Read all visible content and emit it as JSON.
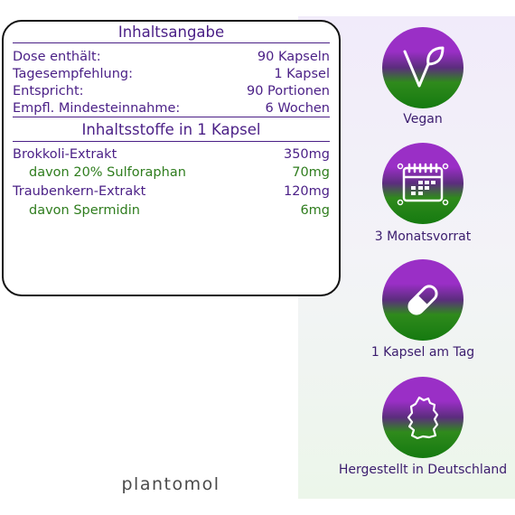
{
  "info": {
    "title": "Inhaltsangabe",
    "rows": [
      {
        "label": "Dose enthält:",
        "value": "90 Kapseln"
      },
      {
        "label": "Tagesempfehlung:",
        "value": "1 Kapsel"
      },
      {
        "label": "Entspricht:",
        "value": "90 Portionen"
      },
      {
        "label": "Empfl. Mindesteinnahme:",
        "value": "6 Wochen"
      }
    ],
    "ingredients_title": "Inhaltsstoffe in 1 Kapsel",
    "ingredients": [
      {
        "label": "Brokkoli-Extrakt",
        "value": "350mg"
      },
      {
        "label": "davon 20% Sulforaphan",
        "value": "70mg"
      },
      {
        "label": "Traubenkern-Extrakt",
        "value": "120mg"
      },
      {
        "label": "davon Spermidin",
        "value": "6mg"
      }
    ]
  },
  "badges": [
    {
      "label": "Vegan",
      "icon": "leaf-v-icon"
    },
    {
      "label": "3 Monatsvorrat",
      "icon": "calendar-icon"
    },
    {
      "label": "1 Kapsel am Tag",
      "icon": "capsule-icon"
    },
    {
      "label": "Hergestellt in Deutschland",
      "icon": "germany-map-icon"
    }
  ],
  "brand": "plantomol",
  "colors": {
    "text_purple": "#4a1f86",
    "text_green": "#2f7d1e",
    "badge_top": "#9a2fc6",
    "badge_bottom": "#157a10"
  }
}
